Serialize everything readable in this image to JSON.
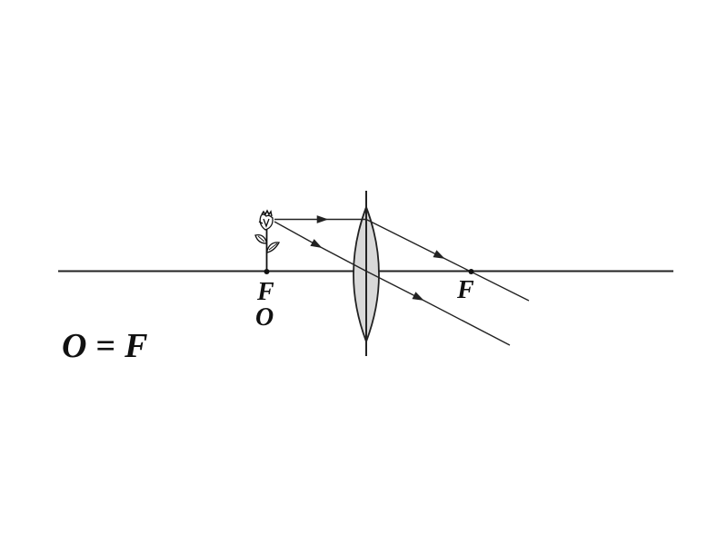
{
  "diagram": {
    "type": "converging-lens-ray-diagram",
    "labels": {
      "object_focal": "F",
      "object": "O",
      "image_focal": "F"
    },
    "caption": {
      "left": "O",
      "operator": "=",
      "right": "F"
    },
    "colors": {
      "line": "#222222",
      "lens_fill": "#d9d9d9",
      "background": "#ffffff"
    }
  }
}
